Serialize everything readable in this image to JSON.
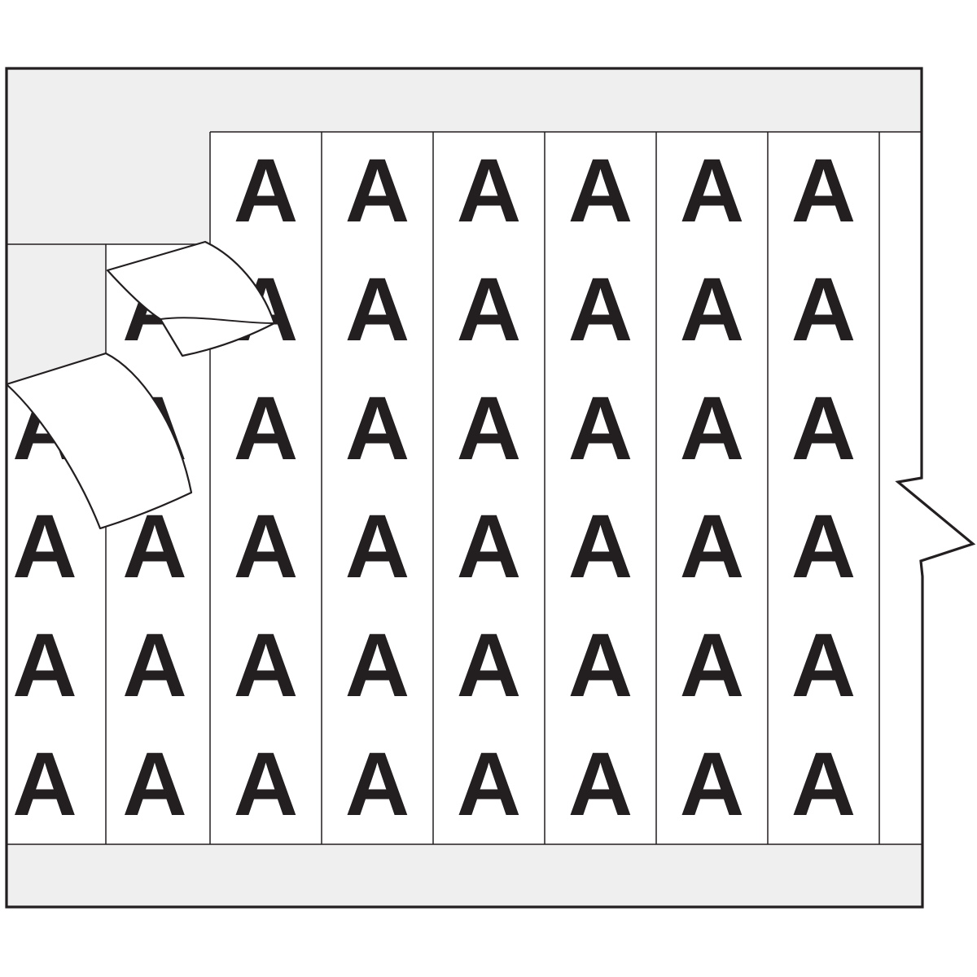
{
  "illustration": {
    "kind": "wire-marker-label-card",
    "repeated_letter": "A",
    "visible_letter_count": 45,
    "peeled_label_count": 2,
    "column_count": 8,
    "row_count": 6
  },
  "colors": {
    "background": "#ffffff",
    "liner_gray": "#efefef",
    "label_white": "#ffffff",
    "ink": "#231f20"
  },
  "grid": {
    "letter": "A",
    "font_size": 110,
    "column_centers": [
      55,
      190,
      326.5,
      463.5,
      600.5,
      737.5,
      874.5,
      1011.5
    ],
    "row_baselines": [
      272,
      418,
      564,
      709,
      855,
      1001
    ],
    "column_rows": [
      [
        2,
        3,
        4,
        5
      ],
      [
        1,
        2,
        3,
        4,
        5
      ],
      [
        0,
        1,
        2,
        3,
        4,
        5
      ],
      [
        0,
        1,
        2,
        3,
        4,
        5
      ],
      [
        0,
        1,
        2,
        3,
        4,
        5
      ],
      [
        0,
        1,
        2,
        3,
        4,
        5
      ],
      [
        0,
        1,
        2,
        3,
        4,
        5
      ],
      [
        0,
        1,
        2,
        3,
        4,
        5
      ]
    ]
  }
}
